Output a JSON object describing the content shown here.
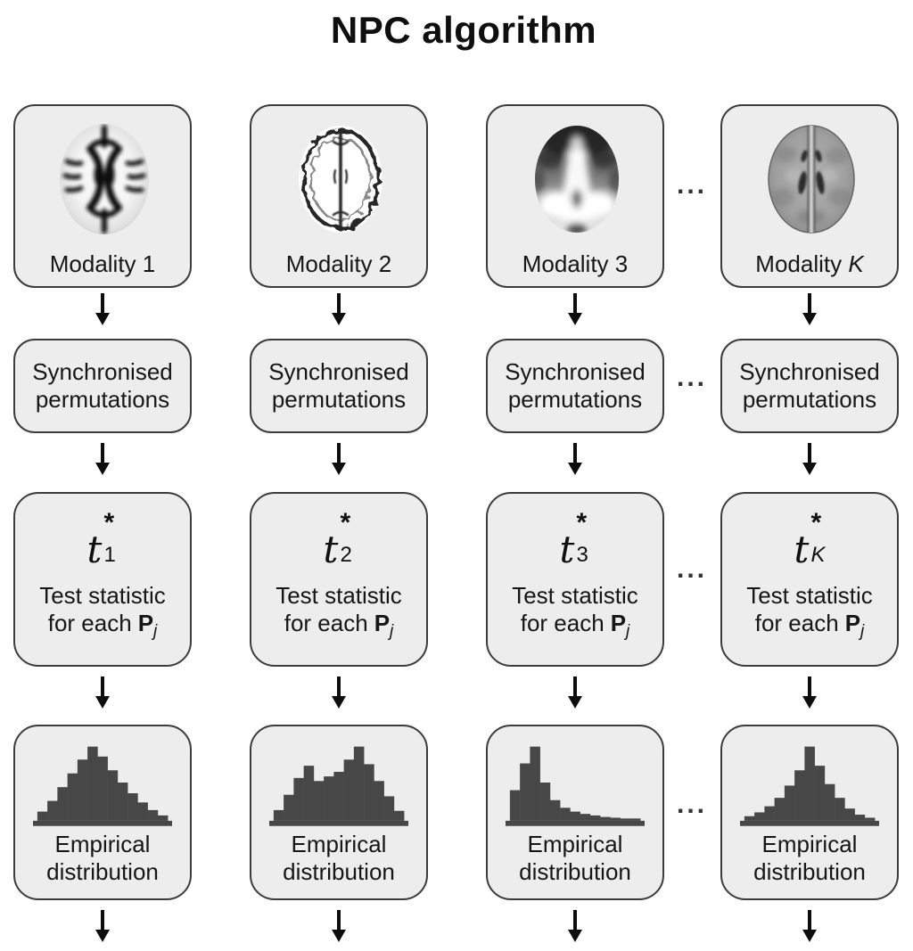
{
  "title": "NPC algorithm",
  "ellipsis": "...",
  "colors": {
    "box_fill": "#ededed",
    "box_border": "#3c3c3c",
    "histogram": "#474747",
    "text": "#161616"
  },
  "columns": [
    {
      "modality_prefix": "Modality ",
      "modality_index": "1",
      "sync_lines": [
        "Synchronised",
        "permutations"
      ],
      "stat_base": "t",
      "stat_sup": "*",
      "stat_sub": "1",
      "stat_line1": "Test statistic",
      "stat_line2_prefix": "for each",
      "stat_p": "P",
      "stat_p_sub": "j",
      "emp_lines": [
        "Empirical",
        "distribution"
      ],
      "histogram": [
        12,
        26,
        44,
        62,
        80,
        97,
        84,
        66,
        50,
        36,
        24,
        14,
        7
      ]
    },
    {
      "modality_prefix": "Modality ",
      "modality_index": "2",
      "sync_lines": [
        "Synchronised",
        "permutations"
      ],
      "stat_base": "t",
      "stat_sup": "*",
      "stat_sub": "2",
      "stat_line1": "Test statistic",
      "stat_line2_prefix": "for each",
      "stat_p": "P",
      "stat_p_sub": "j",
      "emp_lines": [
        "Empirical",
        "distribution"
      ],
      "histogram": [
        14,
        34,
        56,
        72,
        52,
        58,
        64,
        80,
        97,
        74,
        52,
        32,
        13
      ]
    },
    {
      "modality_prefix": "Modality ",
      "modality_index": "3",
      "sync_lines": [
        "Synchronised",
        "permutations"
      ],
      "stat_base": "t",
      "stat_sup": "*",
      "stat_sub": "3",
      "stat_line1": "Test statistic",
      "stat_line2_prefix": "for each",
      "stat_p": "P",
      "stat_p_sub": "j",
      "emp_lines": [
        "Empirical",
        "distribution"
      ],
      "histogram": [
        40,
        75,
        97,
        50,
        27,
        17,
        12,
        9,
        7,
        5,
        4,
        3,
        3
      ]
    },
    {
      "modality_prefix": "Modality ",
      "modality_index": "K",
      "sync_lines": [
        "Synchronised",
        "permutations"
      ],
      "stat_base": "t",
      "stat_sup": "*",
      "stat_sub": "K",
      "stat_line1": "Test statistic",
      "stat_line2_prefix": "for each",
      "stat_p": "P",
      "stat_p_sub": "j",
      "emp_lines": [
        "Empirical",
        "distribution"
      ],
      "histogram": [
        6,
        11,
        19,
        30,
        46,
        66,
        97,
        72,
        48,
        30,
        16,
        8,
        4
      ]
    }
  ]
}
